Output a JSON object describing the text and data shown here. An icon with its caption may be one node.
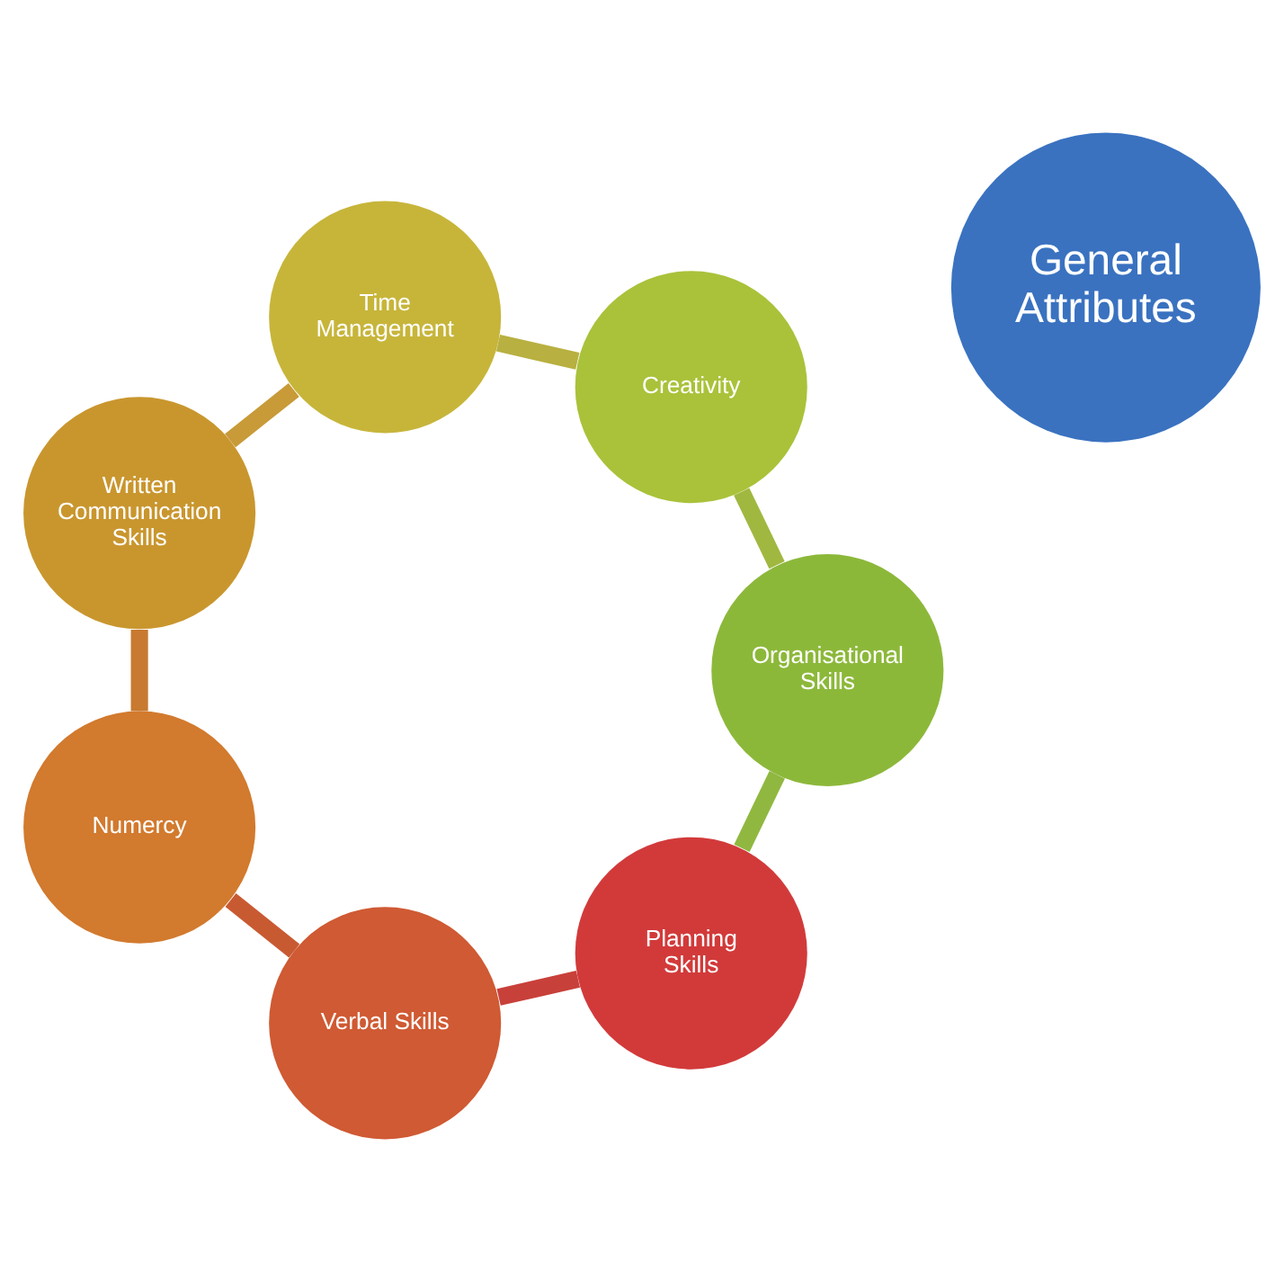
{
  "diagram": {
    "nodes": [
      {
        "text": [
          "General Attributes"
        ]
      },
      {
        "text": [
          "Planning Skills"
        ]
      },
      {
        "text": [
          "Verbal Skills"
        ]
      },
      {
        "text": [
          "Numercy"
        ]
      },
      {
        "text": [
          "Written Communication Skills"
        ]
      },
      {
        "text": [
          "Time Management"
        ]
      },
      {
        "text": [
          "Creativity"
        ]
      },
      {
        "text": [
          "Organisational Skills"
        ]
      }
    ],
    "edges": [
      {
        "from": 1,
        "to": 2,
        "arrow": "none",
        "color": "#c8403a"
      },
      {
        "from": 2,
        "to": 3,
        "arrow": "none",
        "color": "#c85a32"
      },
      {
        "from": 3,
        "to": 4,
        "arrow": "none",
        "color": "#c87a30"
      },
      {
        "from": 4,
        "to": 5,
        "arrow": "none",
        "color": "#c89a38"
      },
      {
        "from": 5,
        "to": 6,
        "arrow": "none",
        "color": "#b8b040"
      },
      {
        "from": 6,
        "to": 7,
        "arrow": "none",
        "color": "#a0b840"
      },
      {
        "from": 7,
        "to": 1,
        "arrow": "none",
        "color": "#90b840"
      }
    ]
  }
}
